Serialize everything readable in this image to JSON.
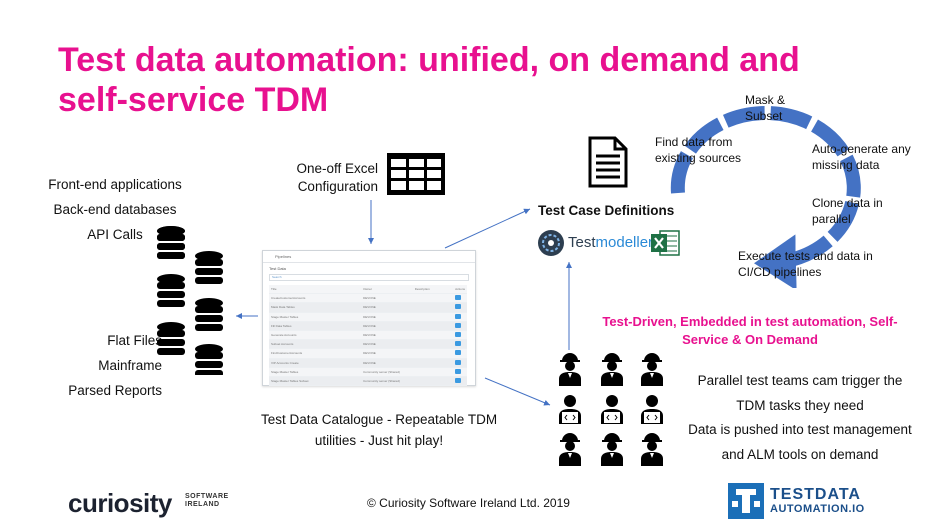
{
  "title": "Test data automation: unified, on demand and self-service TDM",
  "sources": {
    "top": [
      "Front-end applications",
      "Back-end databases",
      "API Calls"
    ],
    "bottom": [
      "Flat Files",
      "Mainframe",
      "Parsed Reports"
    ]
  },
  "excel_config": "One-off Excel Configuration",
  "catalogue": {
    "header": "Pipelines",
    "subheader": "Test Data",
    "search": "Search",
    "columns": [
      "Title",
      "Owner",
      "Description",
      "Actions"
    ],
    "rows": [
      {
        "title": "CreateCustomerAccounts",
        "owner": "DEVONE"
      },
      {
        "title": "Mask Data Tables",
        "owner": "DEVONE"
      },
      {
        "title": "Stage Master Tables",
        "owner": "DEVONE"
      },
      {
        "title": "Fill Data Tables",
        "owner": "DEVONE"
      },
      {
        "title": "Generate Accounts",
        "owner": "DEVONE"
      },
      {
        "title": "Subset Accounts",
        "owner": "DEVONE"
      },
      {
        "title": "FindCustomerAccounts",
        "owner": "DEVONE"
      },
      {
        "title": "VIP Accounts Create",
        "owner": "DEVONE"
      },
      {
        "title": "Stage Master Tables",
        "owner": "Community server (Shared)"
      },
      {
        "title": "Stage Master Tables Subset",
        "owner": "Community server (Shared)"
      }
    ]
  },
  "catalogue_caption": "Test Data Catalogue - Repeatable TDM utilities - Just hit play!",
  "test_case_definitions": "Test Case Definitions",
  "testmodeller": {
    "prefix": "Test",
    "suffix": "modeller"
  },
  "cycle": {
    "mask_subset": "Mask & Subset",
    "find_data": "Find data from existing sources",
    "auto_generate": "Auto-generate any missing data",
    "clone": "Clone data in parallel",
    "execute": "Execute tests and data in CI/CD pipelines"
  },
  "pink_statement": "Test-Driven, Embedded in test automation, Self-Service & On Demand",
  "teams": {
    "line1": "Parallel test teams cam trigger the",
    "line2": "TDM tasks they need",
    "line3": "Data is pushed into test management",
    "line4": "and ALM tools on demand"
  },
  "footer": {
    "copyright": "© Curiosity Software Ireland Ltd. 2019",
    "curiosity_logo": "curiosity",
    "curiosity_sub": "SOFTWARE IRELAND",
    "tda_logo_line1": "TESTDATA",
    "tda_logo_line2": "AUTOMATION.IO"
  },
  "colors": {
    "pink": "#e8118f",
    "blue": "#4472c4",
    "excel_green": "#1e7145",
    "tda_blue": "#1b6fb8"
  },
  "icons": [
    "database-icon",
    "spreadsheet-icon",
    "document-icon",
    "excel-icon",
    "tester-icon",
    "developer-icon",
    "cycle-arrow-icon"
  ]
}
